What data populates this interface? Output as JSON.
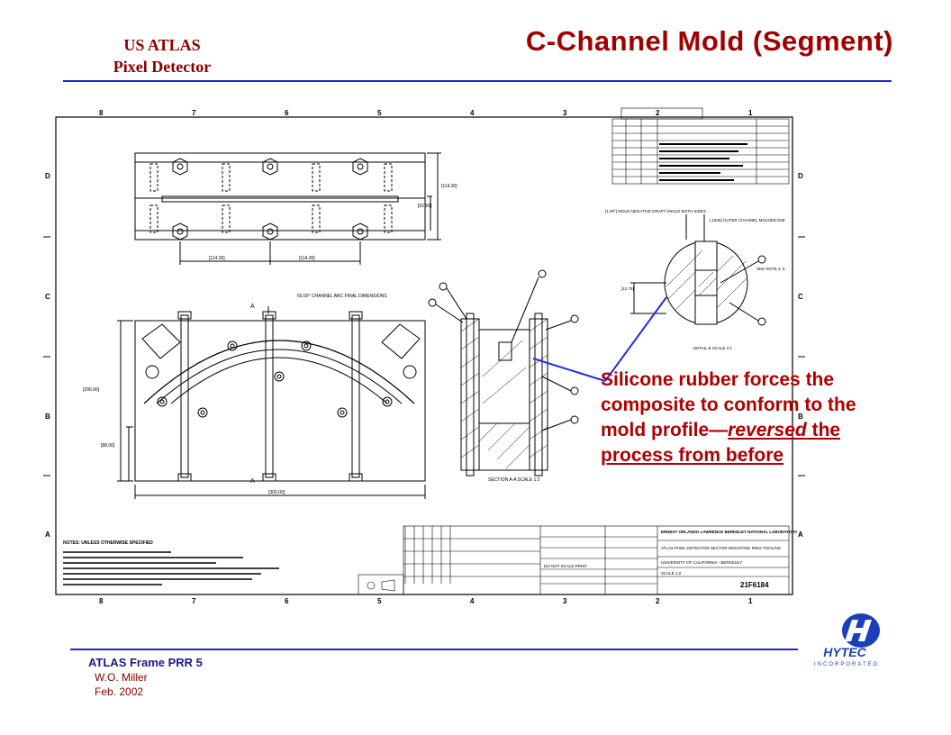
{
  "header": {
    "org_line1": "US ATLAS",
    "org_line2": "Pixel Detector",
    "title": "C-Channel Mold (Segment)"
  },
  "callout": {
    "text_part1": "Silicone rubber forces the composite to conform to the mold profile",
    "dash": "—",
    "text_part2": "reversed",
    "text_part3": " the process from before"
  },
  "drawing": {
    "zone_numbers_top": [
      "8",
      "7",
      "6",
      "5",
      "4",
      "3",
      "2",
      "1"
    ],
    "zone_letters_left": [
      "D",
      "C",
      "B",
      "A"
    ],
    "dim_top_plate_w1": "[114.30]",
    "dim_top_plate_w2": "[114.30]",
    "dim_top_plate_h": "[114.30]",
    "dim_top_plate_slot": "[62.50]",
    "dim_front_h": "[296.00]",
    "dim_front_h2": "[88.00]",
    "dim_front_w": "[300.00]",
    "arc_note": "60.00° CHANNEL ARC FINAL DIMENSIONS",
    "section_label": "SECTION A-A SCALE 1:2",
    "detail_label": "DETAIL B SCALE 2:1",
    "detail_note1": "[1.00°] MOLD NEGATIVE DRAFT ANGLE BOTH SIDES",
    "detail_note2": "[.1945] OUTER CHANNEL MOLDED DIM",
    "detail_note3": "SEE NOTE 4, 5",
    "detail_dim": "[12.75]",
    "notes_title": "NOTES: UNLESS OTHERWISE SPECIFIED",
    "title_block_line1": "ERNEST ORLANDO LAWRENCE BERKELEY NATIONAL LABORATORY",
    "title_block_line2": "ATLAS PIXEL DETECTOR SECTOR MOUNTING RING TOOLING",
    "title_block_line3": "UNIVERSITY OF CALIFORNIA - BERKELEY",
    "title_block_scale": "SCALE 1:2",
    "drawing_number": "21F6184",
    "do_not_scale": "DO NOT SCALE PRINT"
  },
  "footer": {
    "line1": "ATLAS Frame PRR 5",
    "line2": "W.O. Miller",
    "line3": "Feb. 2002"
  },
  "logo": {
    "word": "HYTEC",
    "sub": "INCORPORATED"
  },
  "colors": {
    "title_red": "#a00000",
    "rule_blue": "#2424d0",
    "callout_red": "#b00000",
    "leader_blue": "#1f2fe0",
    "logo_blue": "#1a3fb8"
  }
}
